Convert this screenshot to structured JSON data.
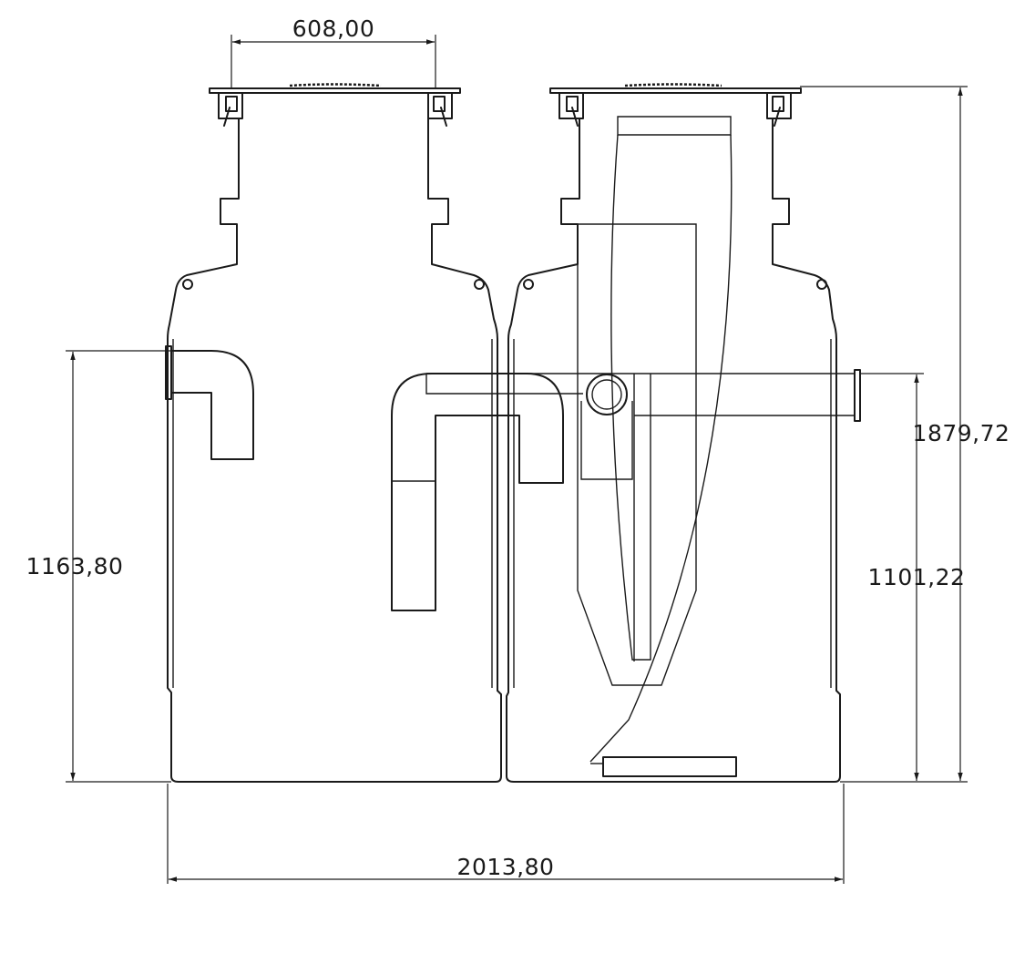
{
  "dimensions": {
    "top_width": "608,00",
    "total_height": "1879,72",
    "outlet_height": "1101,22",
    "inlet_height": "1163,80",
    "total_length": "2013,80"
  },
  "colors": {
    "line": "#1a1a1a",
    "background": "#ffffff"
  }
}
